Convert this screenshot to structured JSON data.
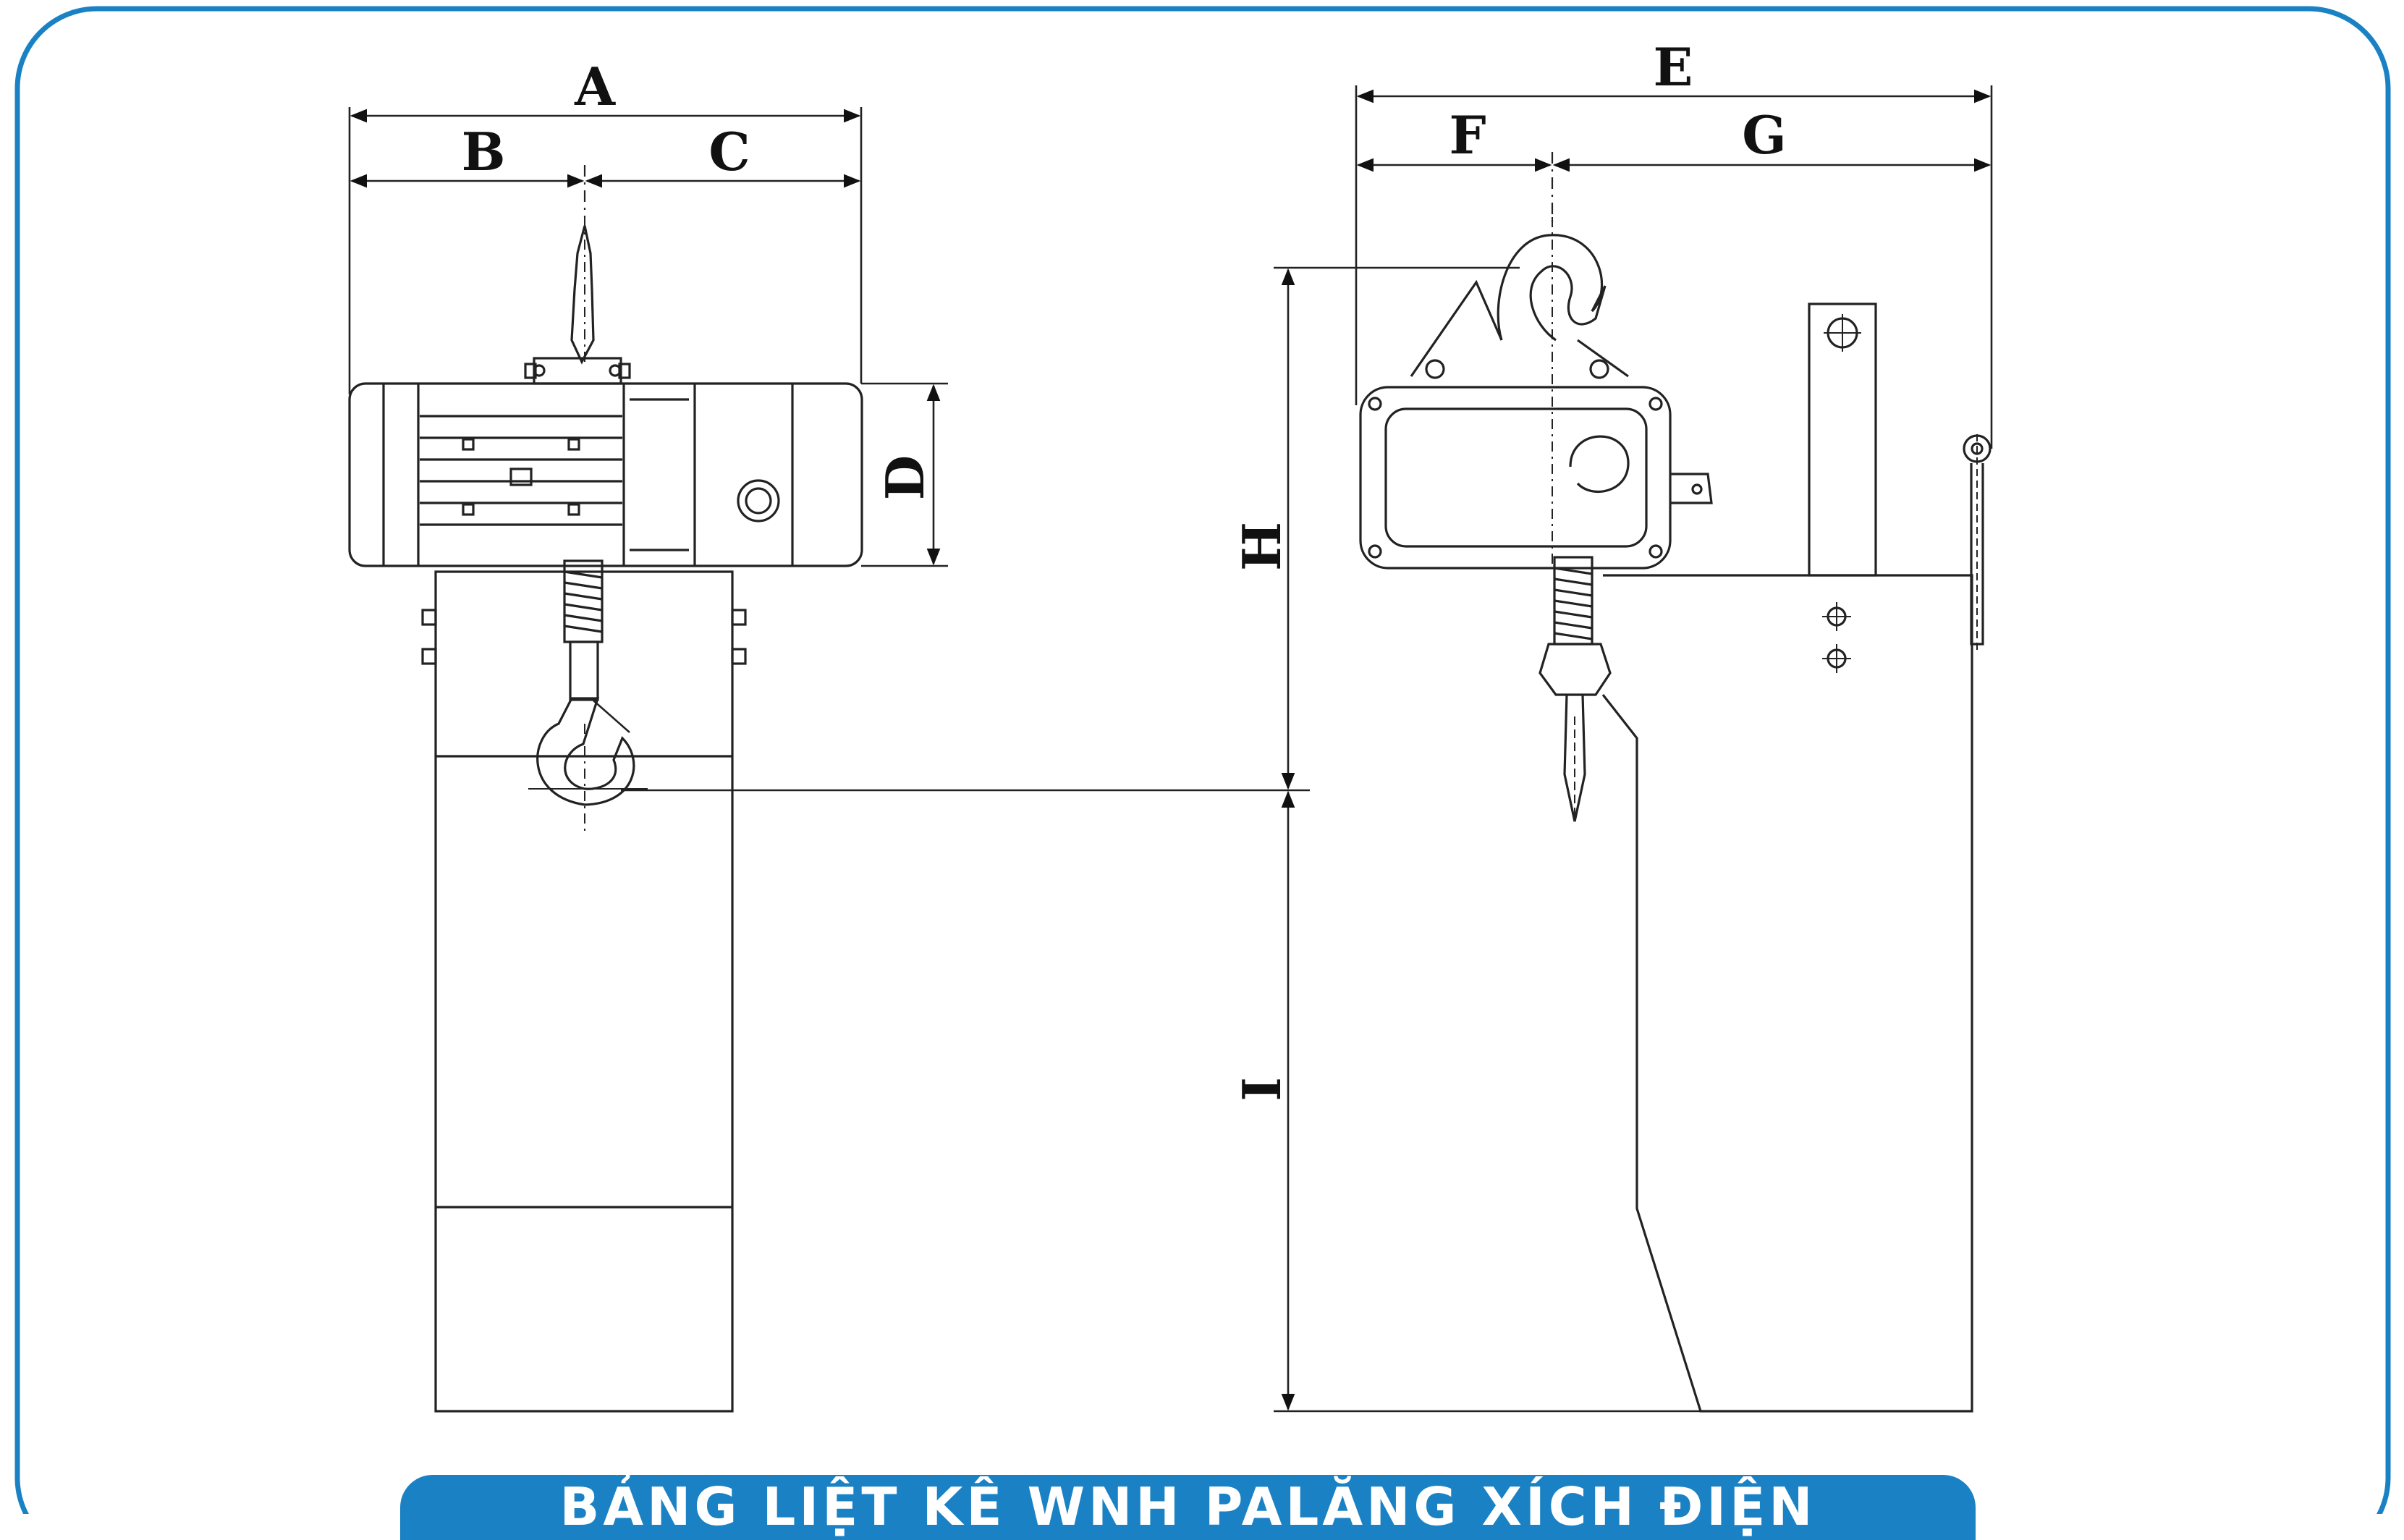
{
  "frame": {
    "border_color": "#1a82c4"
  },
  "dimensions": {
    "A": "A",
    "B": "B",
    "C": "C",
    "D": "D",
    "E": "E",
    "F": "F",
    "G": "G",
    "H": "H",
    "I": "I"
  },
  "banner": {
    "text": "BẢNG LIỆT KÊ WNH PALĂNG XÍCH ĐIỆN",
    "color": "#1a82c4"
  }
}
